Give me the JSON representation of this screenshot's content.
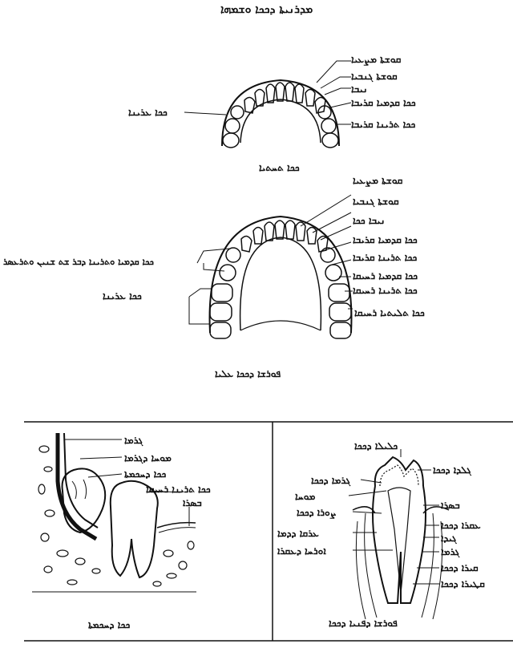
{
  "page": {
    "title": "ܡܕܪܢܝܬܐ ܕܟܟܐ ܘܫܡܗܐ",
    "figure_labels": {
      "lower_arch": "ܟܟܐ ܬܚܬܝܐ",
      "upper_arch": "ܦܘܪܫܐ ܕܟܟܐ ܥܠܝܐ",
      "wisdom_tooth": "ܟܟܐ ܕܚܟܡܬܐ",
      "tooth_section": "ܦܘܪܫܐ ܕܦܢܝܐ ܕܟܟܐ"
    },
    "lower_jaw_labels": {
      "central_incisors": "ܩܘܫܬܐ ܡܨܥܝܐ",
      "lateral_incisors": "ܩܘܫܬܐ ܓܢܒܝܐ",
      "canine": "ܢܝܒܐ",
      "first_premolar": "ܟܟܐ ܩܕܡܝܐ ܩܪܝܒܐ",
      "second_premolar": "ܟܟܐ ܬܪܝܢܐ ܩܪܝܒܐ",
      "molars": "ܟܟܐ ܥܪܝܢܐ"
    },
    "upper_jaw_labels": {
      "central_incisors": "ܩܘܫܬܐ ܡܨܥܝܐ",
      "lateral_incisors": "ܩܘܫܬܐ ܓܢܒܝܐ",
      "canine": "ܢܝܒܐ ܟܟܐ",
      "first_premolar": "ܟܟܐ ܩܕܡܝܐ ܩܪܝܒܐ",
      "second_premolar": "ܟܟܐ ܬܪܝܢܐ ܩܪܝܒܐ",
      "first_molar": "ܟܟܐ ܩܕܡܝܐ ܪܚܝܩܐ",
      "second_molar": "ܟܟܐ ܬܪܝܢܐ ܪܚܝܩܐ",
      "third_molar": "ܟܟܐ ܬܠܝܬܝܐ ܪܚܝܩܐ",
      "left_note": "ܟܟܐ ܩܕܡܝܐ ܘܬܪܝܢܐ ܕܒܪ ܫܬ ܫܢܝܢ ܘܬܪܥܣܪ",
      "left_molars": "ܟܟܐ ܥܪܝܢܐ"
    },
    "wisdom_labels": {
      "bone": "ܓܪܡܐ",
      "bone_marrow": "ܡܘܚܐ ܕܓܪܡܐ",
      "wisdom_tooth": "ܟܟܐ ܕܚܟܡܬܐ",
      "second_molar": "ܟܟܐ ܬܪܝܢܐ ܪܚܝܩܐ",
      "gum": "ܒܣܪܐ"
    },
    "section_labels": {
      "crown": "ܟܠܝܠܐ ܕܟܟܐ",
      "enamel": "ܓܠܕܐ ܕܟܟܐ",
      "dentin": "ܓܪܡܐ ܕܟܟܐ",
      "pulp": "ܡܘܚܐ",
      "neck": "ܨܘܪܐ ܕܟܟܐ",
      "gum": "ܒܣܪܐ",
      "root": "ܥܩܪܐ ܕܟܟܐ",
      "blood_vessel": "ܥܪܩܐ ܕܕܡܐ",
      "nerve": "ܓܝܕܐ",
      "bone": "ܓܪܡܐ",
      "cementum": "ܩܝܪܐ ܕܟܟܐ",
      "periodontal": "ܩܛܝܪܐ ܕܟܟܐ",
      "root_canal": "ܐܘܪܚܐ ܕܥܩܪܐ"
    }
  }
}
